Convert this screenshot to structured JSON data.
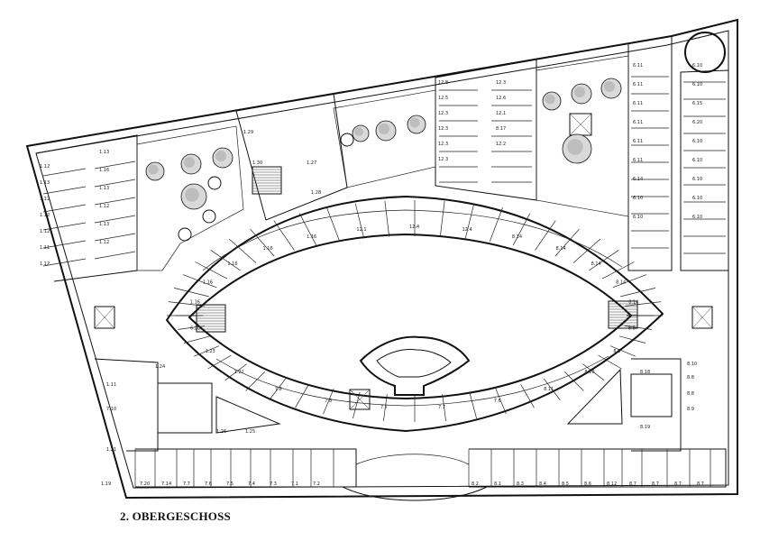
{
  "title": "2. OBERGESCHOSS",
  "room_labels": {
    "left_wing": [
      "1.12",
      "1.13",
      "1.12",
      "1.12",
      "1.12",
      "1.11",
      "1.12",
      "1.13",
      "1.16",
      "1.13",
      "1.12",
      "1.13",
      "1.12"
    ],
    "upper_middle": [
      "1.29",
      "1.30",
      "1.27",
      "1.28"
    ],
    "upper_right": [
      "12.8",
      "12.5",
      "12.3",
      "12.3",
      "12.3",
      "12.3",
      "12.3",
      "12.6",
      "12.1",
      "8.17",
      "12.2"
    ],
    "right_column": [
      "6.11",
      "6.11",
      "6.11",
      "6.11",
      "6.11",
      "6.11",
      "6.14",
      "6.10",
      "6.10",
      "6.10",
      "6.10",
      "6.15",
      "6.20",
      "6.10",
      "6.10",
      "6.10",
      "6.10",
      "6.10"
    ],
    "upper_ring": [
      "1.16",
      "1.16",
      "1.16",
      "1.16",
      "1.16",
      "12.1",
      "12.4",
      "12.4",
      "8.14",
      "8.14",
      "8.14",
      "8.14",
      "8.14"
    ],
    "lower_ring": [
      "6.20",
      "1.23",
      "1.22",
      "7.8",
      "7.8",
      "7.7",
      "7.7",
      "7.6",
      "8.11",
      "8.10",
      "8.9",
      "8.8"
    ],
    "lower_left": [
      "1.24",
      "1.11",
      "7.10",
      "1.21",
      "1.26",
      "1.25",
      "1.19"
    ],
    "lower_right": [
      "8.18",
      "8.19",
      "8.10",
      "8.8",
      "8.8",
      "8.9"
    ],
    "bottom_row": [
      "7.20",
      "7.14",
      "7.7",
      "7.6",
      "7.5",
      "7.4",
      "7.3",
      "7.1",
      "7.2",
      "8.2",
      "8.1",
      "8.3",
      "8.4",
      "8.5",
      "8.6",
      "8.12",
      "8.7",
      "8.7",
      "8.7",
      "8.7"
    ]
  }
}
